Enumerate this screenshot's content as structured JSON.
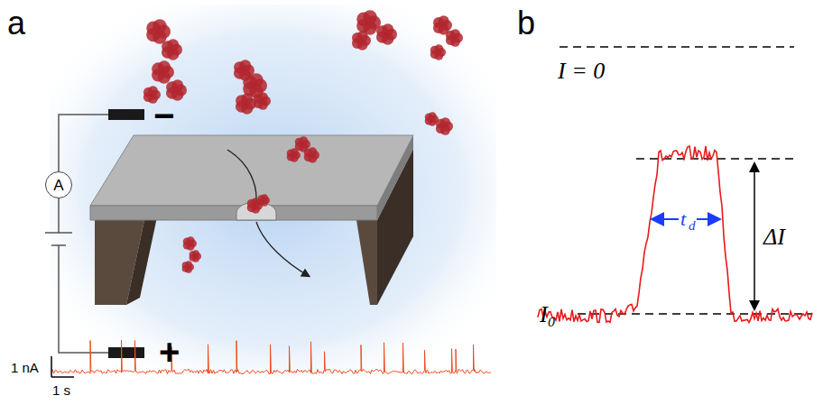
{
  "diagram": {
    "nodes": [
      {
        "text": [
          "A"
        ]
      }
    ],
    "labels": [
      "a",
      "−",
      "+",
      "1 nA",
      "1 s",
      "b",
      "I = 0",
      "t",
      "d",
      "ΔI",
      "I₀"
    ]
  }
}
